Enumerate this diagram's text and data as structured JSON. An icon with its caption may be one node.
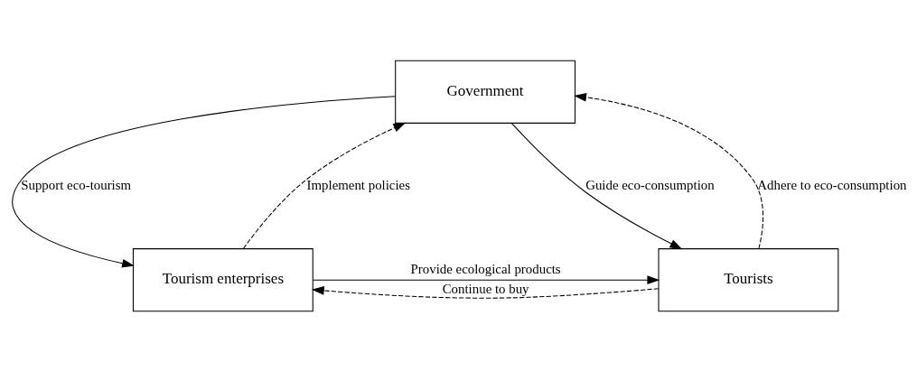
{
  "diagram": {
    "nodes": [
      {
        "text": [
          "Government"
        ]
      },
      {
        "text": [
          "Tourism enterprises"
        ]
      },
      {
        "text": [
          "Tourists"
        ]
      }
    ],
    "edges": [
      {
        "from": 0,
        "to": 1,
        "arrow": "to",
        "label": "Support eco-tourism"
      },
      {
        "from": 1,
        "to": 0,
        "arrow": "to",
        "label": "Implement policies",
        "style": "dashed"
      },
      {
        "from": 0,
        "to": 2,
        "arrow": "to",
        "label": "Guide eco-consumption"
      },
      {
        "from": 2,
        "to": 0,
        "arrow": "to",
        "label": "Adhere to eco-consumption",
        "style": "dashed"
      },
      {
        "from": 1,
        "to": 2,
        "arrow": "to",
        "label": "Provide ecological products"
      },
      {
        "from": 2,
        "to": 1,
        "arrow": "to",
        "label": "Continue to buy",
        "style": "dashed"
      }
    ]
  }
}
